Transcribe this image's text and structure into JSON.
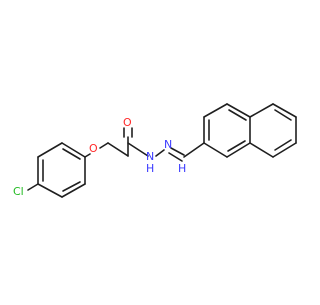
{
  "colors": {
    "bond": "#1f1f1f",
    "oxygen": "#ff2a2a",
    "nitrogen": "#3a3aff",
    "chlorine": "#22bb22",
    "hydrogen": "#3a3aff",
    "background": "#ffffff"
  },
  "atoms": {
    "cl": "Cl",
    "o_ether": "O",
    "o_carbonyl": "O",
    "n_amide": "N",
    "h_amide": "H",
    "n_imine": "N",
    "h_imine": "H"
  }
}
